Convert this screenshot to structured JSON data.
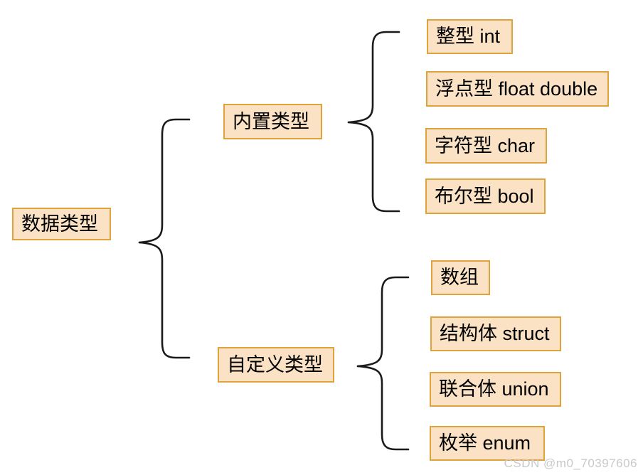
{
  "diagram": {
    "type": "tree-mindmap",
    "title": "数据类型",
    "orientation": "left-to-right",
    "background_color": "#ffffff",
    "node_fill_color": "#fbe2c5",
    "node_border_color": "#e0a33c",
    "node_text_color": "#000000",
    "connector_color": "#1a1a1a",
    "connector_style": "curly-brace"
  },
  "root": {
    "label": "数据类型"
  },
  "branches": [
    {
      "id": "builtin",
      "label": "内置类型",
      "children": [
        {
          "id": "int",
          "label": "整型 int"
        },
        {
          "id": "float",
          "label": "浮点型 float double"
        },
        {
          "id": "char",
          "label": "字符型 char"
        },
        {
          "id": "bool",
          "label": "布尔型 bool"
        }
      ]
    },
    {
      "id": "custom",
      "label": "自定义类型",
      "children": [
        {
          "id": "array",
          "label": "数组"
        },
        {
          "id": "struct",
          "label": "结构体 struct"
        },
        {
          "id": "union",
          "label": "联合体 union"
        },
        {
          "id": "enum",
          "label": "枚举 enum"
        }
      ]
    }
  ],
  "watermark": {
    "text": "CSDN @m0_70397606",
    "color": "#c9c9c9"
  }
}
